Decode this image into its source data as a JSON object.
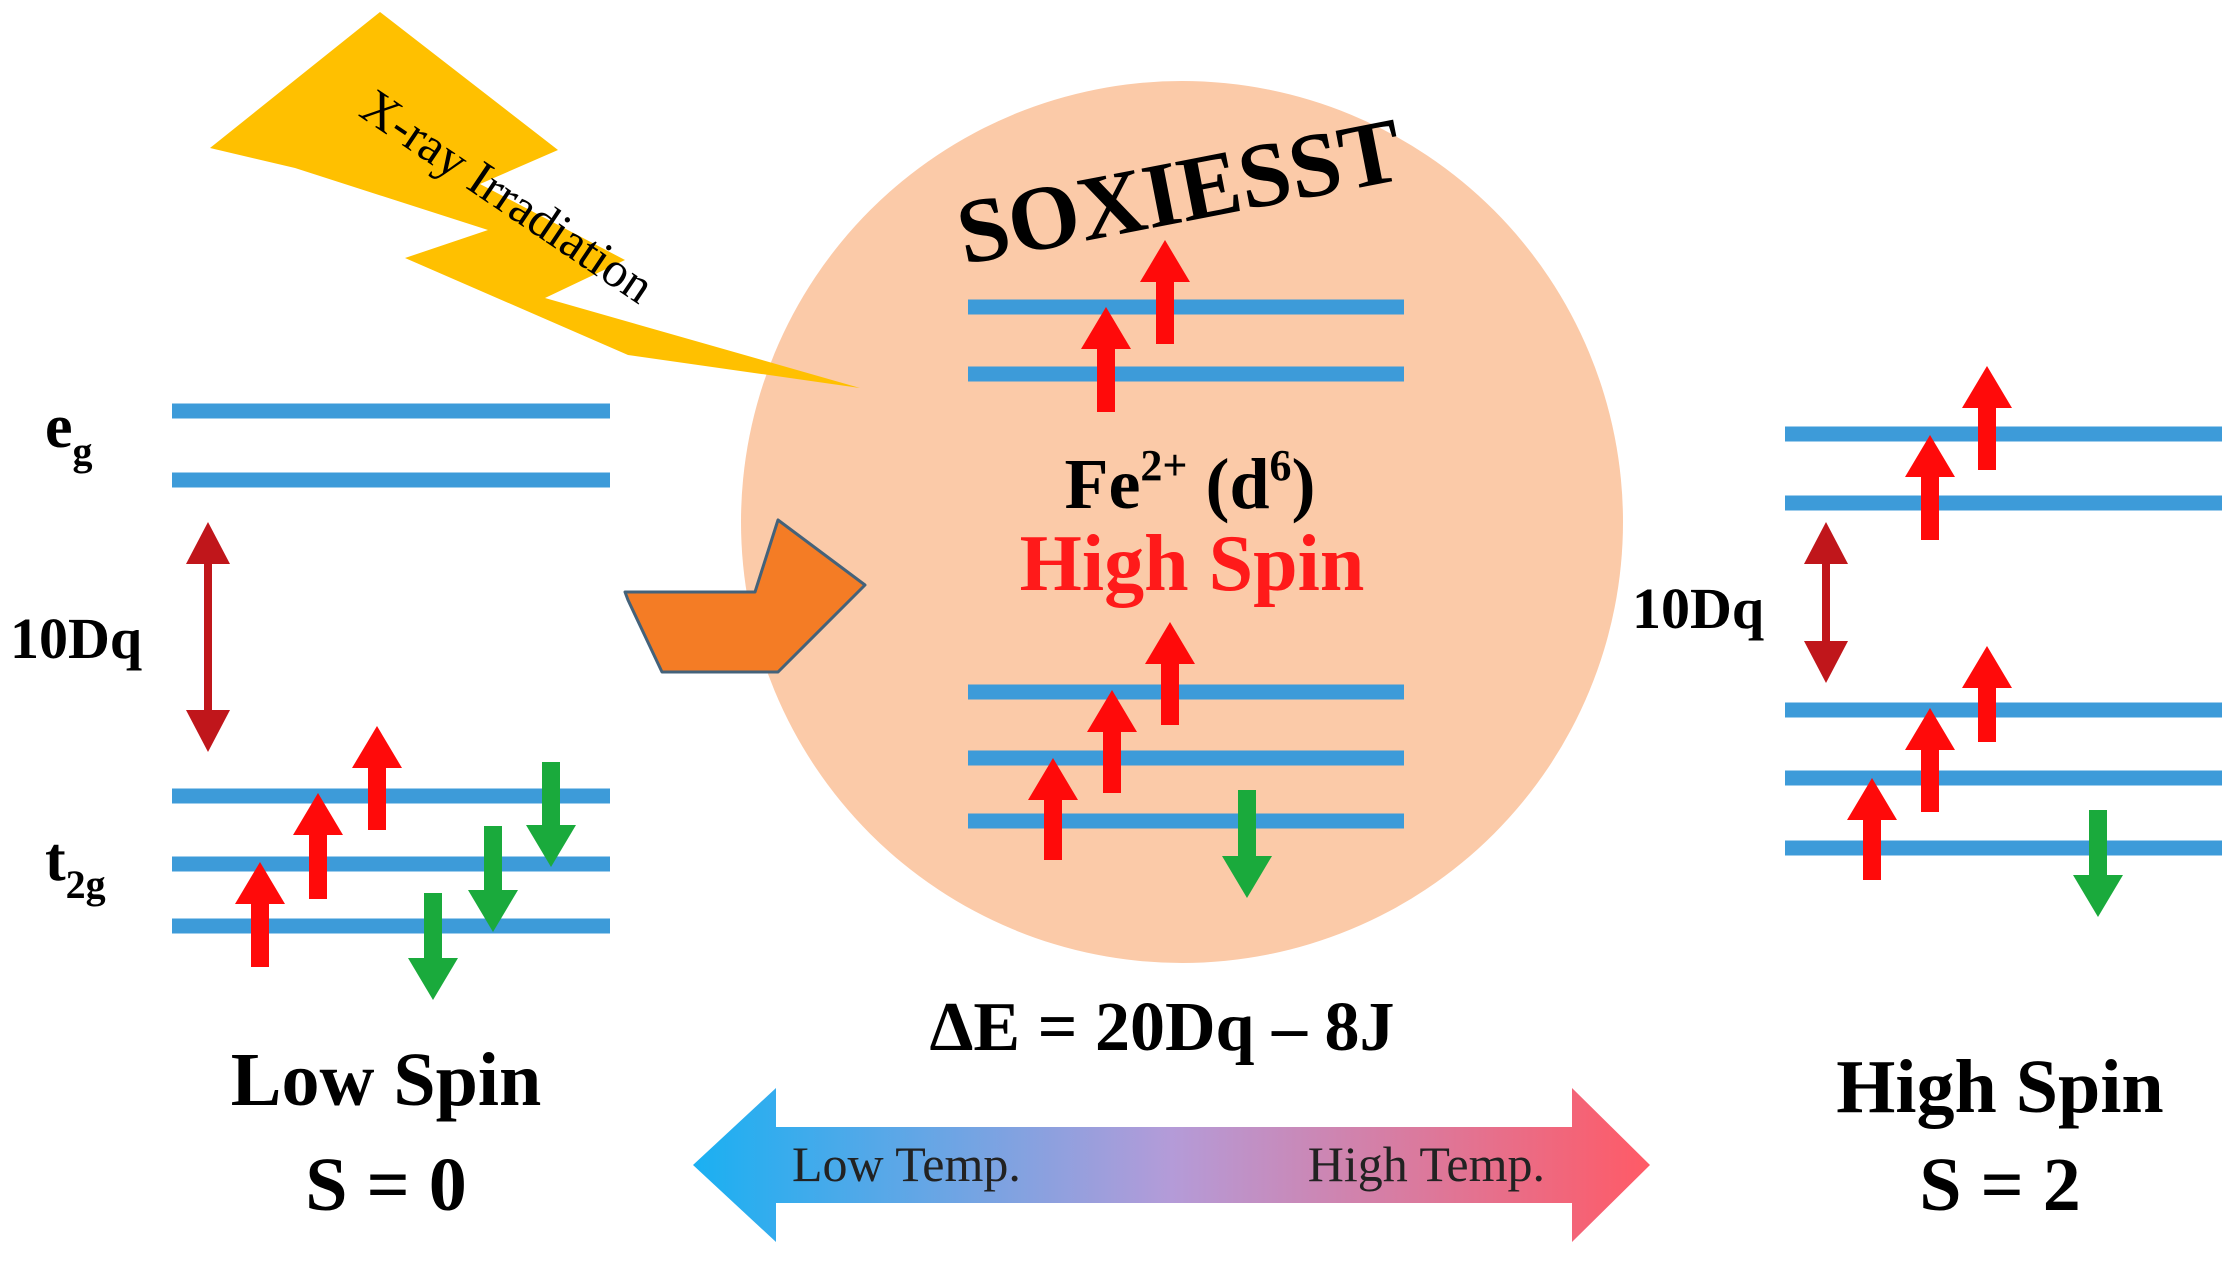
{
  "title": "SOXIESST",
  "banner": "X-ray Irradiation",
  "low_spin": {
    "eg_main": "e",
    "eg_sub": "g",
    "gap_label": "10Dq",
    "t2g_main": "t",
    "t2g_sub": "2g",
    "state": "Low Spin",
    "spin": "S = 0"
  },
  "center": {
    "ion_main": "Fe",
    "ion_sup": "2+",
    "ion_config_open": " (d",
    "ion_config_sup": "6",
    "ion_config_close": ")",
    "state": "High Spin",
    "energy": "ΔE = 20Dq – 8J"
  },
  "high_spin": {
    "gap_label": "10Dq",
    "state": "High Spin",
    "spin": "S = 2"
  },
  "temperature": {
    "low": "Low Temp.",
    "high": "High Temp."
  },
  "colors": {
    "level": "#3d9bd9",
    "spin_up": "#ff0a0a",
    "spin_down": "#1aaa3c",
    "gap_arrow": "#c0161b",
    "circle": "#fbcaa8",
    "bolt": "#ffc000",
    "transfer_arrow": "#f47c25",
    "text_highlight": "#ff1a1a"
  }
}
